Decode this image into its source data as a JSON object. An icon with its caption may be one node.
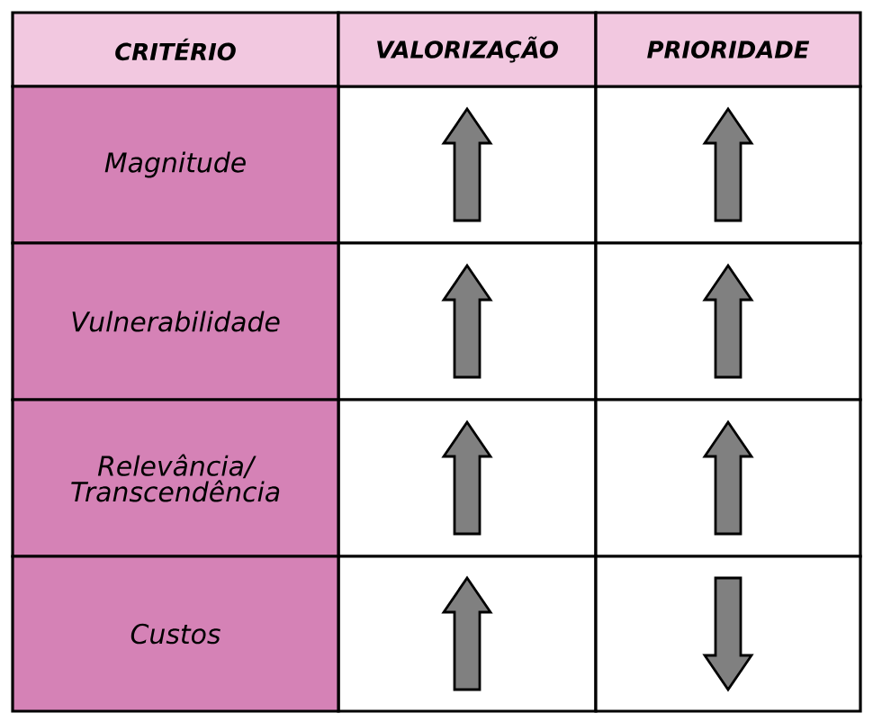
{
  "diagram": {
    "nodes": [
      {
        "text": [],
        "shape": "up-arrow"
      },
      {
        "text": [],
        "shape": "up-arrow"
      },
      {
        "text": [],
        "shape": "up-arrow"
      },
      {
        "text": [],
        "shape": "up-arrow"
      },
      {
        "text": [],
        "shape": "up-arrow"
      },
      {
        "text": [],
        "shape": "up-arrow"
      },
      {
        "text": [],
        "shape": "up-arrow"
      },
      {
        "text": [],
        "shape": "down-arrow"
      }
    ],
    "labels": [
      "CRITÉRIO",
      "VALORIZAÇÃO",
      "PRIORIDADE",
      "Magnitude",
      "Vulnerabilidade",
      "Relevância/ Transcendência",
      "Custos"
    ]
  }
}
